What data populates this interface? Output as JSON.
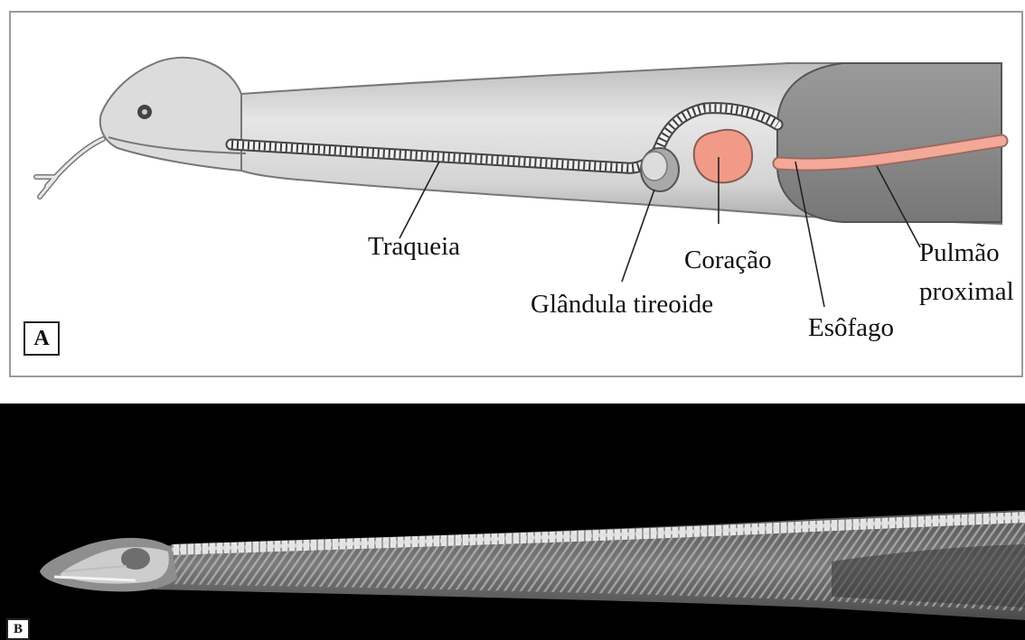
{
  "panel_a": {
    "tag": "A",
    "labels": {
      "traqueia": "Traqueia",
      "glandula": "Glândula tireoide",
      "coracao": "Coração",
      "esofago": "Esôfago",
      "pulmao_line1": "Pulmão",
      "pulmao_line2": "proximal"
    }
  },
  "panel_b": {
    "tag": "B"
  },
  "colors": {
    "body": "#d9d9d9",
    "lung": "#8f8f8f",
    "heart": "#f29a88",
    "esophagus": "#f4a898",
    "xray_bg": "#000000"
  }
}
